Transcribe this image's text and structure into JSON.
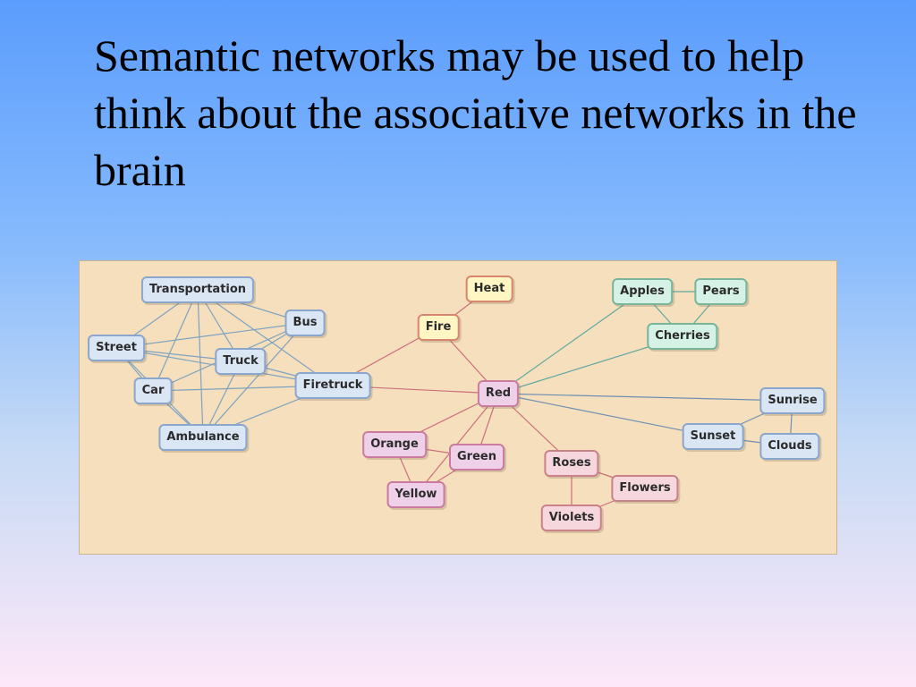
{
  "slide": {
    "title": "Semantic networks may be used to help think about the associative networks in the brain"
  },
  "diagram": {
    "nodes": [
      {
        "id": "transportation",
        "label": "Transportation",
        "style": "blue"
      },
      {
        "id": "bus",
        "label": "Bus",
        "style": "blue"
      },
      {
        "id": "street",
        "label": "Street",
        "style": "blue"
      },
      {
        "id": "truck",
        "label": "Truck",
        "style": "blue"
      },
      {
        "id": "car",
        "label": "Car",
        "style": "blue"
      },
      {
        "id": "firetruck",
        "label": "Firetruck",
        "style": "blue"
      },
      {
        "id": "ambulance",
        "label": "Ambulance",
        "style": "blue"
      },
      {
        "id": "heat",
        "label": "Heat",
        "style": "yellow"
      },
      {
        "id": "fire",
        "label": "Fire",
        "style": "yellow"
      },
      {
        "id": "red",
        "label": "Red",
        "style": "pink"
      },
      {
        "id": "orange",
        "label": "Orange",
        "style": "pink"
      },
      {
        "id": "green",
        "label": "Green",
        "style": "pink"
      },
      {
        "id": "yellow",
        "label": "Yellow",
        "style": "pink"
      },
      {
        "id": "roses",
        "label": "Roses",
        "style": "rose"
      },
      {
        "id": "flowers",
        "label": "Flowers",
        "style": "rose"
      },
      {
        "id": "violets",
        "label": "Violets",
        "style": "rose"
      },
      {
        "id": "apples",
        "label": "Apples",
        "style": "green"
      },
      {
        "id": "pears",
        "label": "Pears",
        "style": "green"
      },
      {
        "id": "cherries",
        "label": "Cherries",
        "style": "green"
      },
      {
        "id": "sunrise",
        "label": "Sunrise",
        "style": "blue"
      },
      {
        "id": "sunset",
        "label": "Sunset",
        "style": "blue"
      },
      {
        "id": "clouds",
        "label": "Clouds",
        "style": "blue"
      }
    ],
    "edges": [
      [
        "transportation",
        "bus"
      ],
      [
        "transportation",
        "street"
      ],
      [
        "transportation",
        "truck"
      ],
      [
        "transportation",
        "car"
      ],
      [
        "transportation",
        "ambulance"
      ],
      [
        "transportation",
        "firetruck"
      ],
      [
        "street",
        "bus"
      ],
      [
        "street",
        "car"
      ],
      [
        "street",
        "truck"
      ],
      [
        "street",
        "ambulance"
      ],
      [
        "street",
        "firetruck"
      ],
      [
        "bus",
        "car"
      ],
      [
        "bus",
        "ambulance"
      ],
      [
        "bus",
        "truck"
      ],
      [
        "truck",
        "ambulance"
      ],
      [
        "truck",
        "firetruck"
      ],
      [
        "car",
        "firetruck"
      ],
      [
        "car",
        "ambulance"
      ],
      [
        "ambulance",
        "firetruck"
      ],
      [
        "firetruck",
        "fire"
      ],
      [
        "firetruck",
        "red"
      ],
      [
        "fire",
        "heat"
      ],
      [
        "fire",
        "red"
      ],
      [
        "red",
        "orange"
      ],
      [
        "red",
        "green"
      ],
      [
        "red",
        "yellow"
      ],
      [
        "red",
        "roses"
      ],
      [
        "red",
        "apples"
      ],
      [
        "red",
        "cherries"
      ],
      [
        "red",
        "sunrise"
      ],
      [
        "red",
        "sunset"
      ],
      [
        "orange",
        "green"
      ],
      [
        "orange",
        "yellow"
      ],
      [
        "green",
        "yellow"
      ],
      [
        "roses",
        "flowers"
      ],
      [
        "roses",
        "violets"
      ],
      [
        "violets",
        "flowers"
      ],
      [
        "apples",
        "pears"
      ],
      [
        "apples",
        "cherries"
      ],
      [
        "pears",
        "cherries"
      ],
      [
        "sunset",
        "sunrise"
      ],
      [
        "sunset",
        "clouds"
      ],
      [
        "sunrise",
        "clouds"
      ]
    ],
    "colors": {
      "transport_edge": "#7fa3bf",
      "color_edge": "#cc6f7a",
      "fruit_edge": "#5fa8a0",
      "sky_edge": "#6f8fb3"
    }
  }
}
